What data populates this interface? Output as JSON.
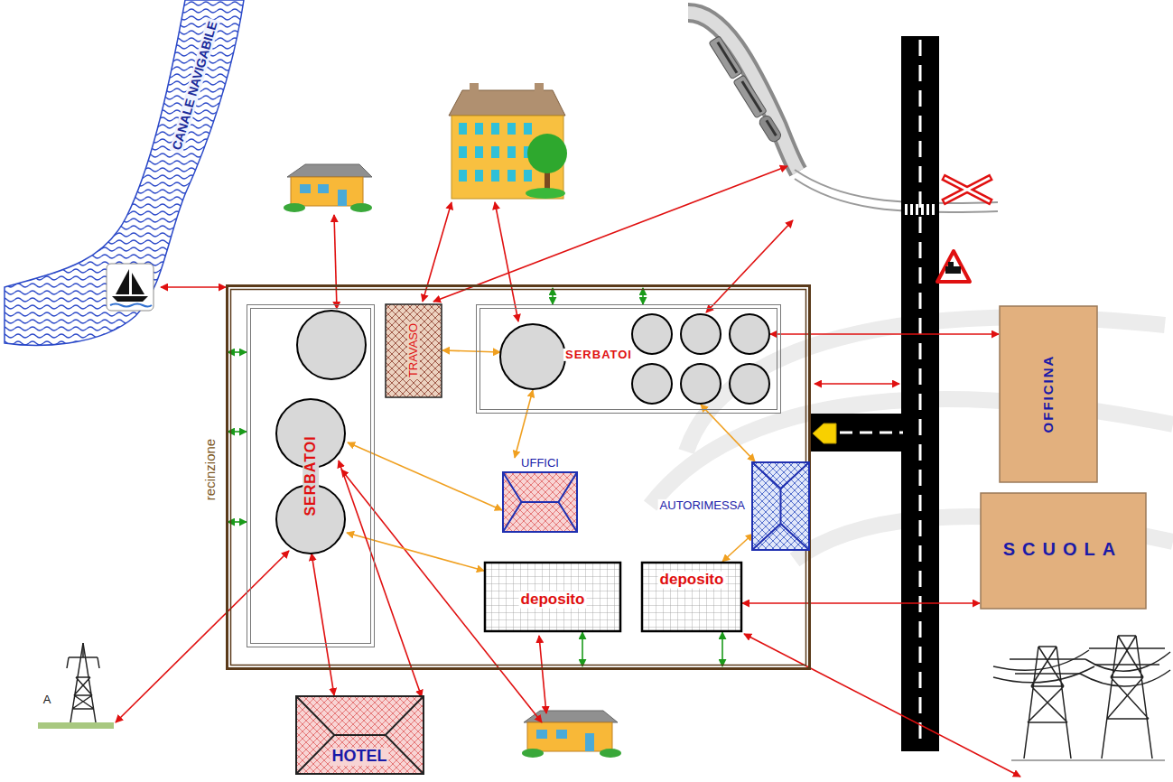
{
  "diagram": {
    "nodes": [
      {
        "text": [
          "recinzione"
        ]
      },
      {
        "text": [
          "SERBATOI"
        ],
        "in": 0
      },
      {
        "text": [
          "TRAVASO"
        ],
        "in": 0
      },
      {
        "text": [
          "SERBATOI"
        ],
        "in": 0
      },
      {
        "text": [
          "UFFICI"
        ],
        "in": 0
      },
      {
        "text": [
          "AUTORIMESSA"
        ],
        "in": 0
      },
      {
        "text": [
          "deposito"
        ],
        "in": 0
      },
      {
        "text": [
          "deposito"
        ],
        "in": 0
      },
      {
        "text": [
          "CANALE NAVIGABILE"
        ]
      },
      {
        "text": [
          "OFFICINA"
        ]
      },
      {
        "text": [
          "SCUOLA"
        ]
      },
      {
        "text": [
          "HOTEL"
        ]
      },
      {
        "text": [
          "A"
        ]
      }
    ],
    "edges": [
      {
        "from": 8,
        "to": 0,
        "arrow": "both"
      },
      {
        "from": 1,
        "to": 0,
        "arrow": "both"
      },
      {
        "from": 1,
        "to": 0,
        "arrow": "both"
      },
      {
        "from": 1,
        "to": 0,
        "arrow": "both"
      },
      {
        "from": 2,
        "to": 3,
        "arrow": "both"
      },
      {
        "from": 3,
        "to": 4,
        "arrow": "both"
      },
      {
        "from": 1,
        "to": 4,
        "arrow": "both"
      },
      {
        "from": 1,
        "to": 6,
        "arrow": "both"
      },
      {
        "from": 3,
        "to": 5,
        "arrow": "both"
      },
      {
        "from": 7,
        "to": 5,
        "arrow": "both"
      },
      {
        "from": 3,
        "to": 0,
        "arrow": "both"
      },
      {
        "from": 3,
        "to": 0,
        "arrow": "both"
      },
      {
        "from": 3,
        "to": 9,
        "arrow": "both"
      },
      {
        "from": 7,
        "to": 10,
        "arrow": "both"
      },
      {
        "from": 1,
        "to": 12,
        "arrow": "both"
      },
      {
        "from": 1,
        "to": 11,
        "arrow": "both"
      },
      {
        "from": 1,
        "to": 11,
        "arrow": "both"
      },
      {
        "from": 6,
        "to": 0,
        "arrow": "both"
      },
      {
        "from": 7,
        "to": 0,
        "arrow": "both"
      }
    ]
  }
}
